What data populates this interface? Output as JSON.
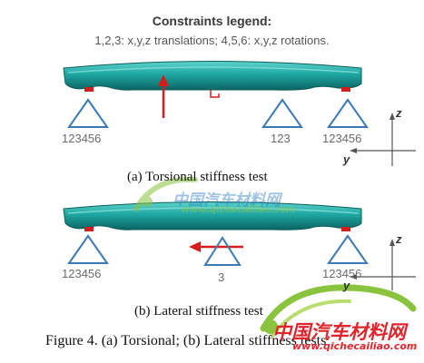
{
  "legend": {
    "title": "Constraints legend:",
    "text": "1,2,3: x,y,z translations; 4,5,6: x,y,z rotations."
  },
  "torsional": {
    "left_support_label": "123456",
    "middle_support_label": "123",
    "right_support_label": "123456",
    "caption": "(a)  Torsional stiffness test"
  },
  "lateral": {
    "left_support_label": "123456",
    "middle_support_label": "3",
    "right_support_label": "123456",
    "caption": "(b)  Lateral stiffness test"
  },
  "axes": {
    "z_label": "z",
    "y_label": "y"
  },
  "figure_caption": "Figure 4. (a) Torsional; (b) Lateral stiffness tests",
  "watermark": {
    "main_text": "中国汽车材料网",
    "url_text": "www.qichecailiao.com"
  },
  "colors": {
    "beam": "#1fa7a2",
    "beam_dark": "#0f7472",
    "support": "#3c78b4",
    "force": "#d21e1e",
    "watermark_green": "#8ac43f",
    "watermark_blue": "#2b7cc2",
    "watermark_red": "#e0262d"
  }
}
